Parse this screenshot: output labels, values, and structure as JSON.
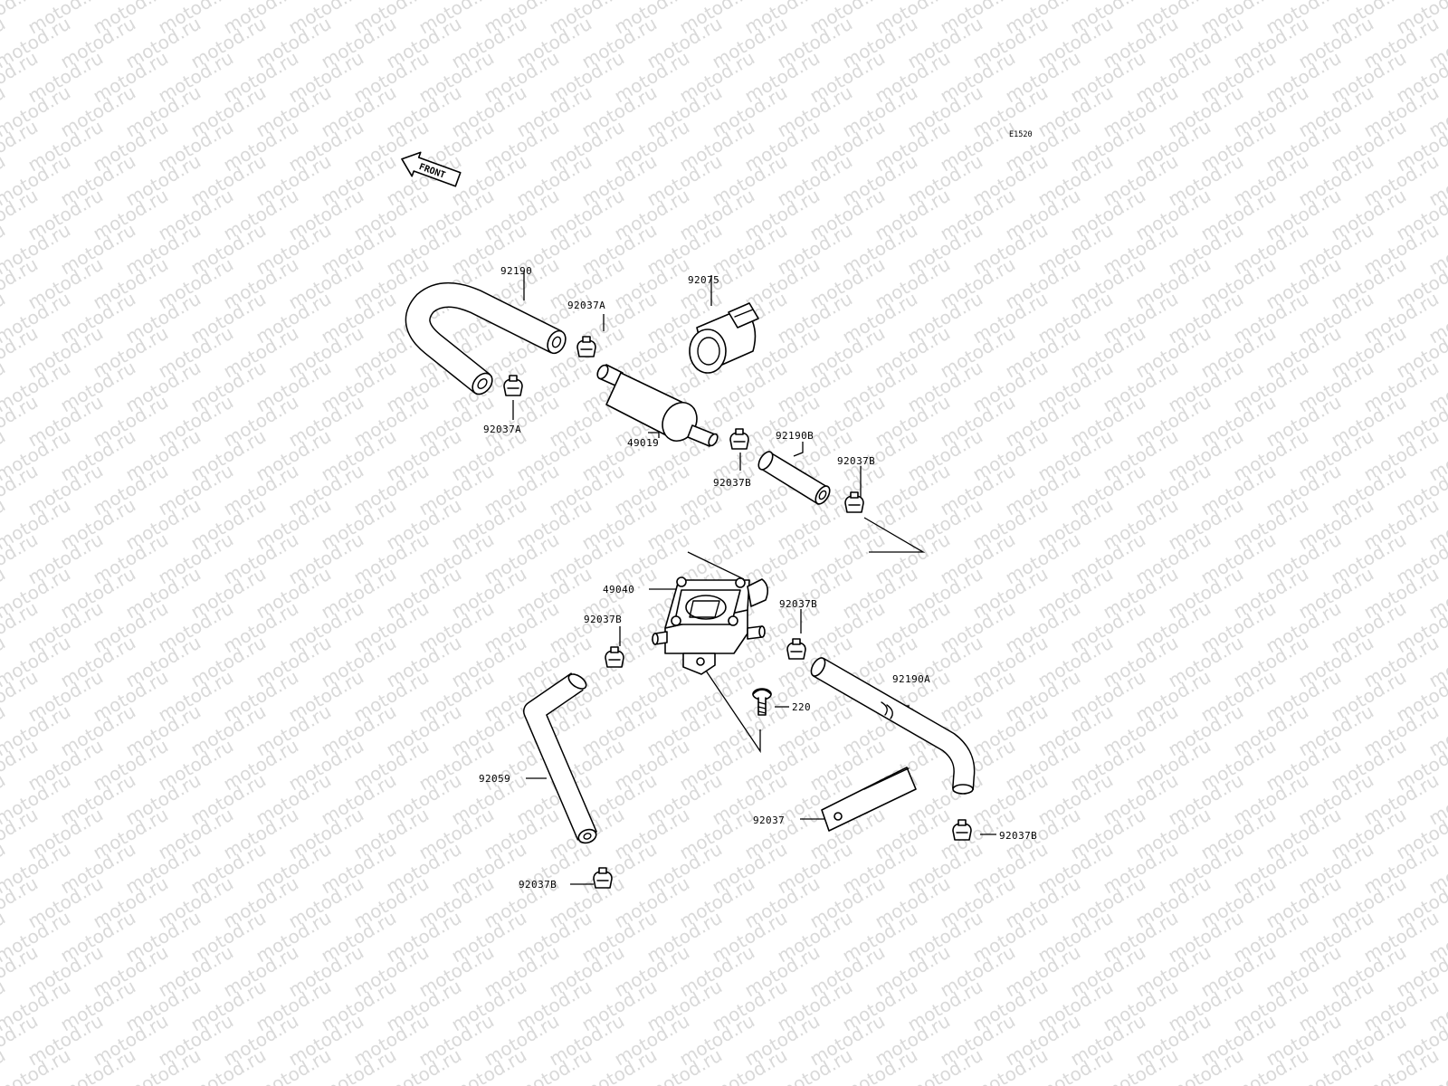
{
  "diagram": {
    "code": "E1520",
    "front_arrow_label": "FRONT",
    "watermark_text": "motod.ru",
    "colors": {
      "ink": "#000000",
      "background": "#ffffff",
      "watermark": "#d9d9d9"
    },
    "part_labels": {
      "hose_92190": "92190",
      "clamp_92037a_top": "92037A",
      "clamp_92037a_bottom": "92037A",
      "filter_holder_92075": "92075",
      "fuel_filter_49019": "49019",
      "clamp_92037b_filter_out": "92037B",
      "hose_92190b": "92190B",
      "clamp_92037b_upper_right": "92037B",
      "fuel_pump_49040": "49040",
      "clamp_92037b_pump_left": "92037B",
      "clamp_92037b_pump_right": "92037B",
      "hose_92190a": "92190A",
      "screw_220": "220",
      "hose_92059": "92059",
      "plate_92037": "92037",
      "clamp_92037b_lower_right": "92037B",
      "clamp_92037b_bottom": "92037B"
    }
  }
}
